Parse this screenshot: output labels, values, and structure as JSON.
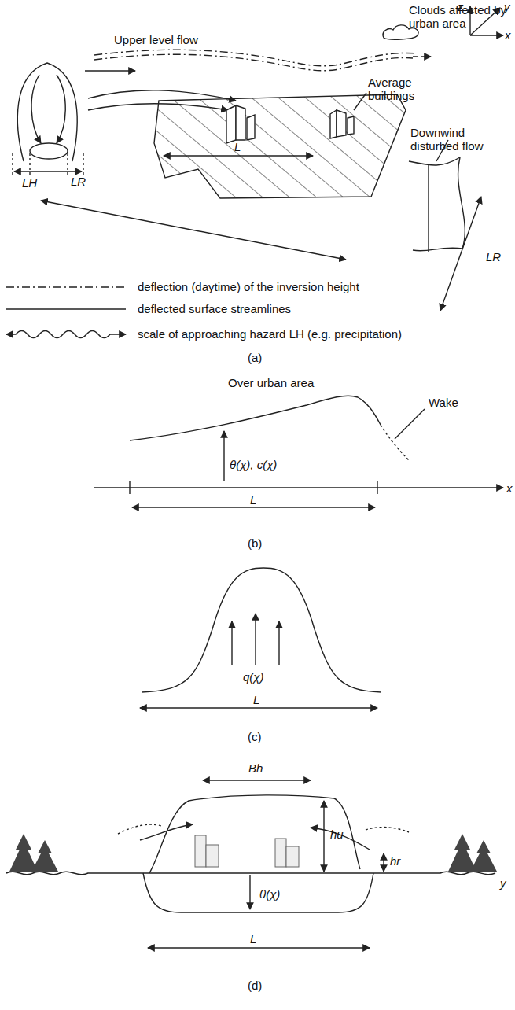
{
  "diagram": {
    "labels": [
      "z",
      "y",
      "x",
      "Upper level flow",
      "Clouds affected by urban area",
      "Average buildings",
      "Downwind disturbed flow",
      "L",
      "LR",
      "LH",
      "LR",
      "(a)",
      "Over urban area",
      "Wake",
      "θ(χ), c(χ)",
      "x",
      "L",
      "(b)",
      "q(χ)",
      "L",
      "(c)",
      "Bh",
      "hu",
      "hr",
      "θ(χ)",
      "y",
      "L",
      "(d)"
    ],
    "legend": [
      {
        "text": "deflection (daytime) of the inversion height"
      },
      {
        "text": "deflected surface streamlines"
      },
      {
        "text": "scale of approaching hazard LH (e.g. precipitation)"
      }
    ]
  }
}
